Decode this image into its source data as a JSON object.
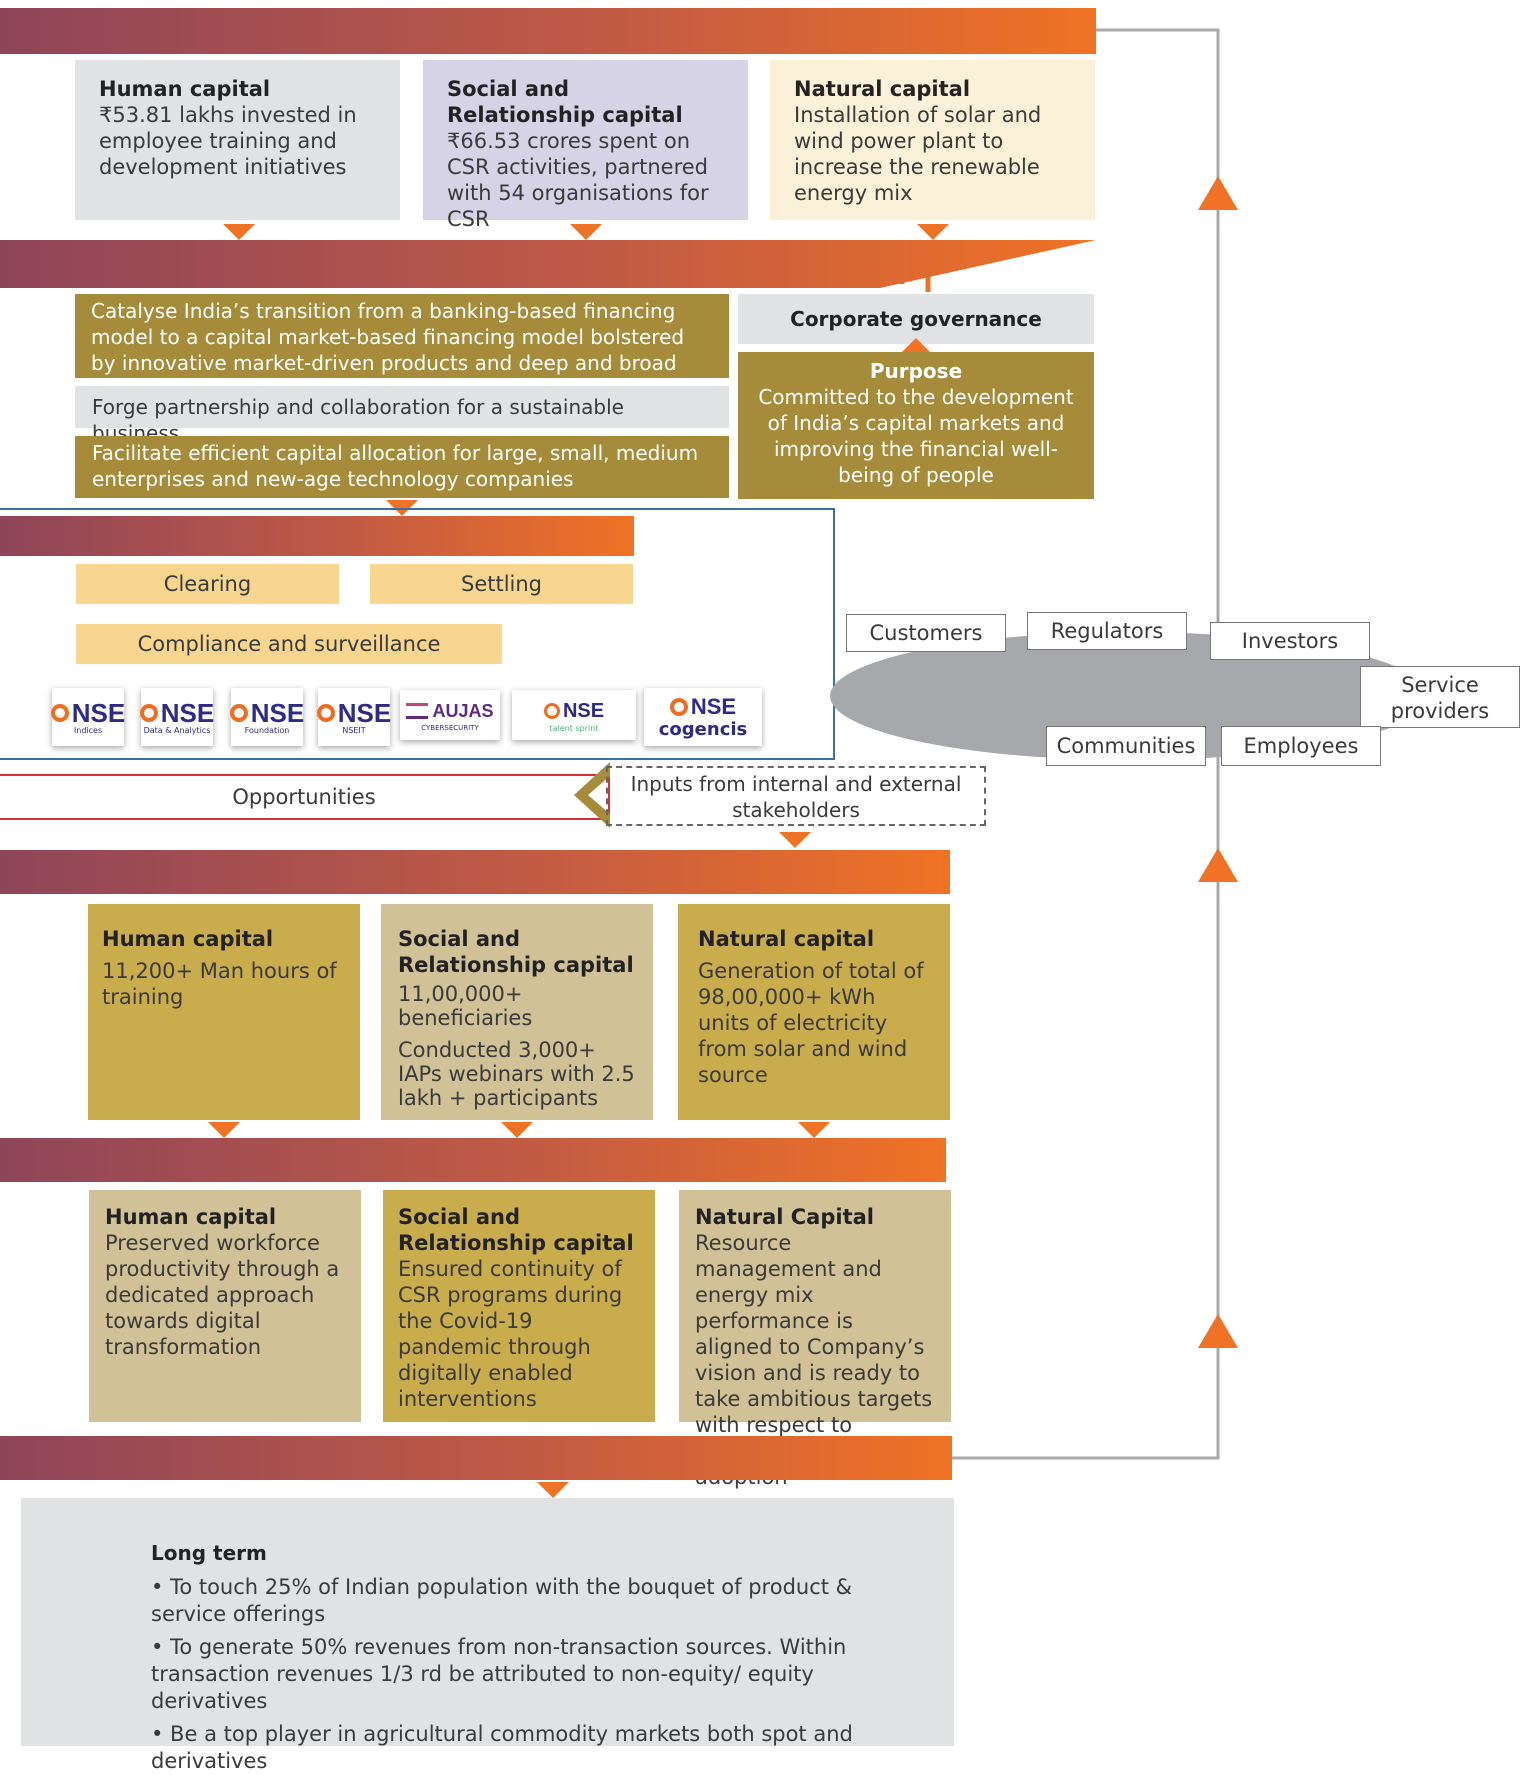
{
  "inputs": [
    {
      "title": "Human capital",
      "text": "₹53.81 lakhs invested in employee training and development initiatives"
    },
    {
      "title": "Social and Relationship capital",
      "text": "₹66.53 crores spent on CSR activities, partnered with 54 organisations for CSR"
    },
    {
      "title": "Natural capital",
      "text": "Installation of solar and wind power plant to increase the renewable energy mix"
    }
  ],
  "strategy": [
    "Catalyse India’s transition from a banking-based financing model to a capital market-based financing model bolstered by innovative market-driven products and deep and broad financial markets",
    "Forge partnership and collaboration for a sustainable business",
    "Facilitate efficient capital allocation for large, small, medium enterprises and new-age technology companies"
  ],
  "governance": {
    "title": "Corporate governance",
    "purpose_title": "Purpose",
    "purpose_text": "Committed to the development of India’s capital markets and improving the financial well-being of people"
  },
  "activities": {
    "clearing": "Clearing",
    "settling": "Settling",
    "compliance": "Compliance and surveillance"
  },
  "logos": [
    {
      "name": "NSE",
      "sub": "Indices"
    },
    {
      "name": "NSE",
      "sub": "Data & Analytics"
    },
    {
      "name": "NSE",
      "sub": "Foundation"
    },
    {
      "name": "NSE",
      "sub": "NSEIT"
    },
    {
      "name": "AUJAS",
      "sub": "CYBERSECURITY"
    },
    {
      "name": "NSE",
      "sub": "talent sprint"
    },
    {
      "name": "NSE",
      "sub": "cogencis"
    }
  ],
  "stakeholders": {
    "customers": "Customers",
    "regulators": "Regulators",
    "investors": "Investors",
    "service_providers": "Service providers",
    "communities": "Communities",
    "employees": "Employees"
  },
  "opportunities": "Opportunities",
  "inputs_from": "Inputs from internal and external stakeholders",
  "outputs": [
    {
      "title": "Human capital",
      "text": "11,200+ Man hours of training"
    },
    {
      "title": "Social and Relationship capital",
      "text": "11,00,000+ beneficiaries",
      "text2": "Conducted 3,000+ IAPs webinars with 2.5 lakh + participants"
    },
    {
      "title": "Natural capital",
      "text": "Generation of total of 98,00,000+ kWh units of electricity from solar and wind source"
    }
  ],
  "outcomes": [
    {
      "title": "Human capital",
      "text": "Preserved workforce productivity through a dedicated approach towards digital transformation"
    },
    {
      "title": "Social and Relationship capital",
      "text": "Ensured continuity of CSR programs during the Covid-19 pandemic through digitally enabled interventions"
    },
    {
      "title": "Natural Capital",
      "text": "Resource management and energy mix performance is aligned to Company’s vision and is ready to take ambitious targets with respect to renewable energy adoption"
    }
  ],
  "long_term": {
    "title": "Long term",
    "items": [
      "• To touch 25% of Indian population with the bouquet of product & service offerings",
      "• To generate 50% revenues from non-transaction sources. Within transaction revenues 1/3 rd be attributed to non-equity/ equity derivatives",
      "•  Be a top player in agricultural commodity markets both spot and derivatives"
    ]
  },
  "colors": {
    "orange": "#f07224",
    "plum": "#8e4559",
    "olive": "#a68c3a",
    "gold": "#c9ad4c",
    "tan": "#d1c196",
    "peach": "#f8d68f"
  }
}
